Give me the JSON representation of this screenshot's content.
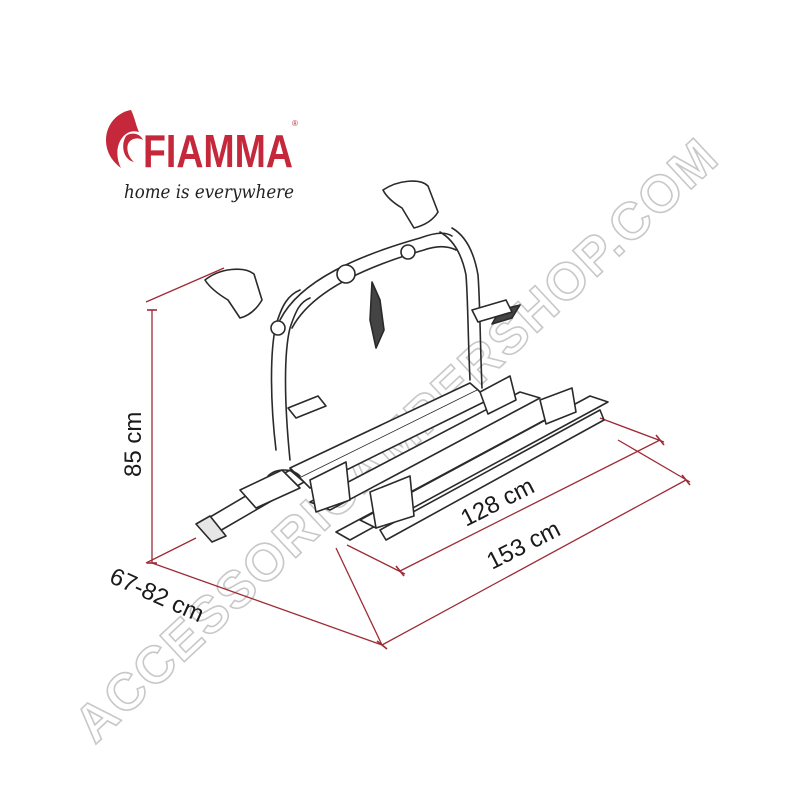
{
  "brand": {
    "name": "FIAMMA",
    "registered_mark": "®",
    "tagline": "home is everywhere",
    "color": "#c5283a"
  },
  "dimensions": {
    "height": "85 cm",
    "depth": "67-82 cm",
    "inner_width": "128 cm",
    "outer_width": "153 cm",
    "line_color": "#9e2a35"
  },
  "watermark": {
    "text": "ACCESSORICAMPERSHOP.COM",
    "color": "#c8c8c8"
  },
  "product": {
    "outline_color": "#2a2a2a",
    "fill_color": "#ffffff"
  }
}
